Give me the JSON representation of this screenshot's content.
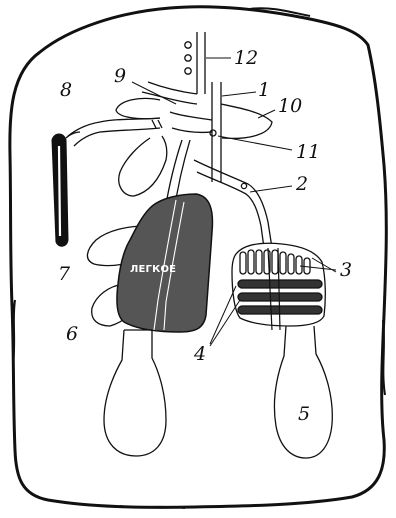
{
  "diagram": {
    "organ_label": "ЛЕГКОЕ",
    "callouts": [
      {
        "id": "1",
        "text": "1"
      },
      {
        "id": "2",
        "text": "2"
      },
      {
        "id": "3",
        "text": "3"
      },
      {
        "id": "4",
        "text": "4"
      },
      {
        "id": "5",
        "text": "5"
      },
      {
        "id": "6",
        "text": "6"
      },
      {
        "id": "7",
        "text": "7"
      },
      {
        "id": "8",
        "text": "8"
      },
      {
        "id": "9",
        "text": "9"
      },
      {
        "id": "10",
        "text": "10"
      },
      {
        "id": "11",
        "text": "11"
      },
      {
        "id": "12",
        "text": "12"
      }
    ],
    "colors": {
      "ink": "#111111",
      "lung_fill": "#555555",
      "paper": "#ffffff"
    }
  }
}
